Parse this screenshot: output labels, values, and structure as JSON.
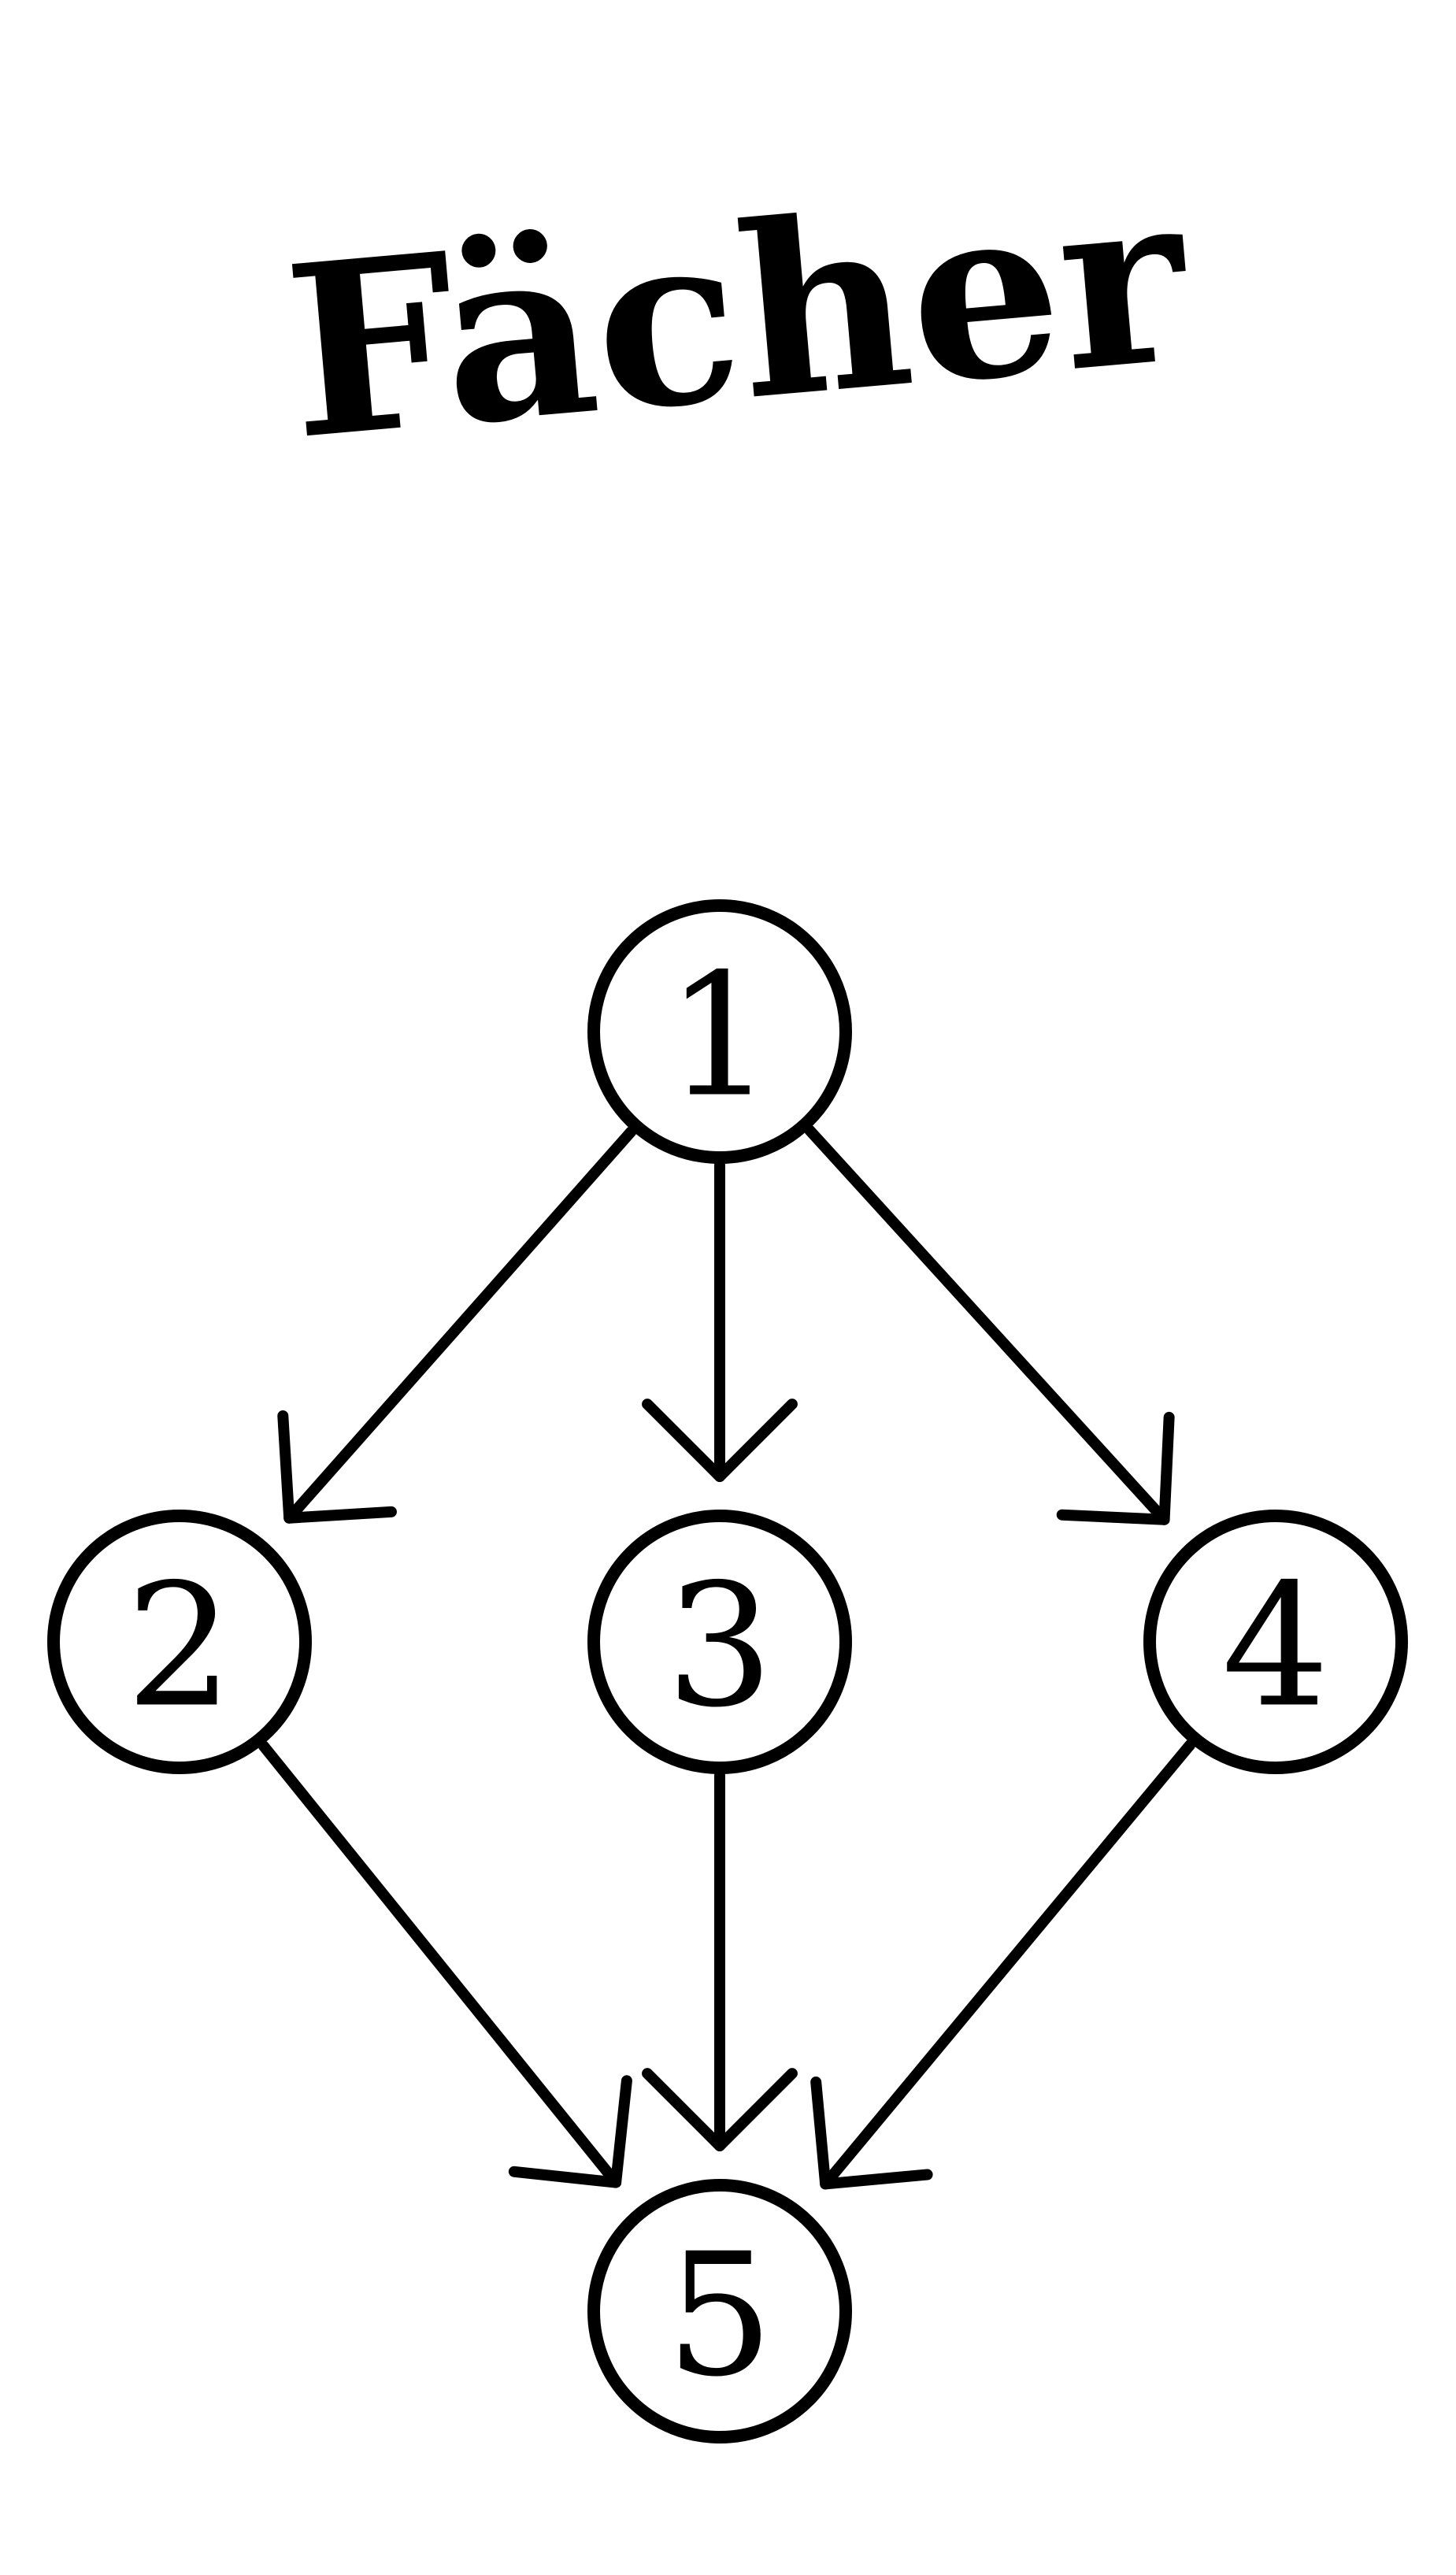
{
  "title": "Fächer",
  "colors": {
    "ink": "#000000",
    "background": "#ffffff"
  },
  "nodes": [
    {
      "id": "1",
      "label": "1"
    },
    {
      "id": "2",
      "label": "2"
    },
    {
      "id": "3",
      "label": "3"
    },
    {
      "id": "4",
      "label": "4"
    },
    {
      "id": "5",
      "label": "5"
    }
  ],
  "edges": [
    {
      "from": "1",
      "to": "2"
    },
    {
      "from": "1",
      "to": "3"
    },
    {
      "from": "1",
      "to": "4"
    },
    {
      "from": "2",
      "to": "5"
    },
    {
      "from": "3",
      "to": "5"
    },
    {
      "from": "4",
      "to": "5"
    }
  ]
}
